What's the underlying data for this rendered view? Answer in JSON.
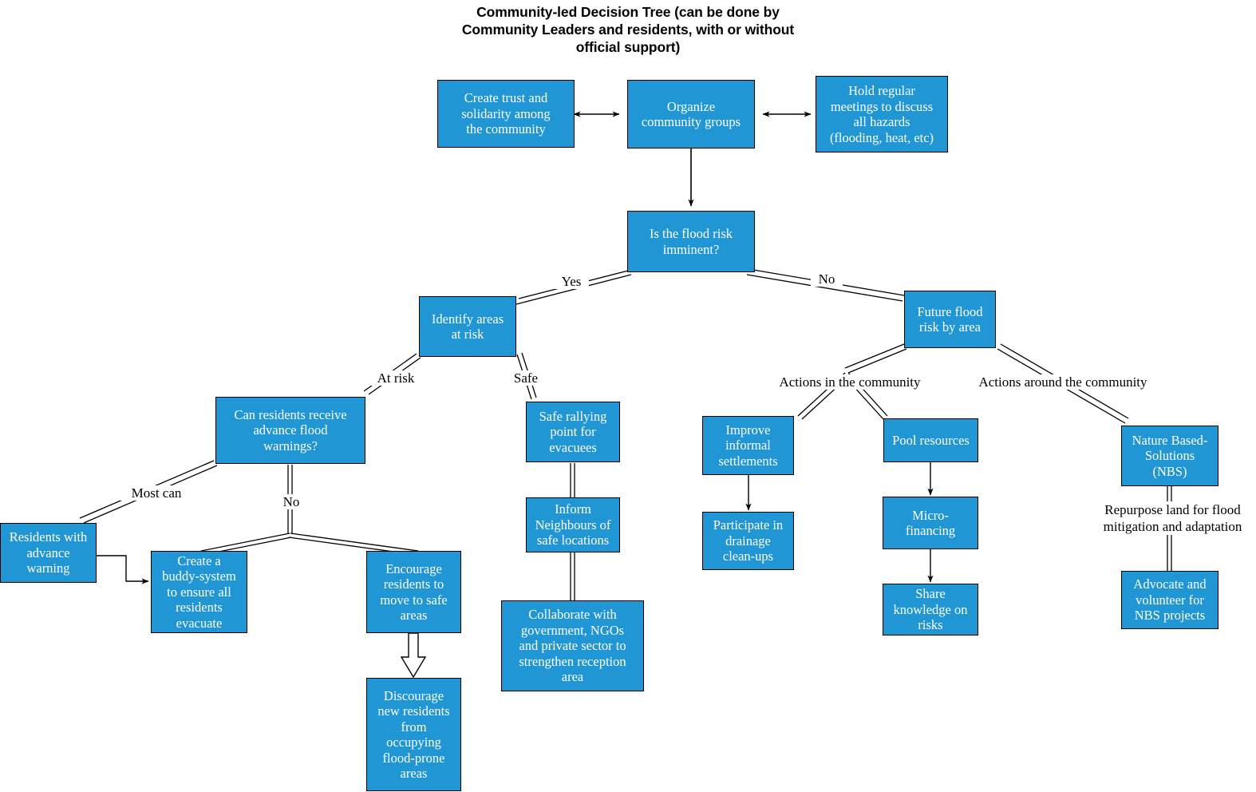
{
  "title": "Community-led Decision Tree (can be done by\nCommunity Leaders and residents, with or without\nofficial support)",
  "colors": {
    "node_fill": "#2196d4",
    "node_border": "#000000",
    "node_text": "#ffffff",
    "edge": "#000000",
    "background": "#ffffff"
  },
  "nodes": {
    "create_trust": "Create trust and\nsolidarity among\nthe community",
    "organize_groups": "Organize\ncommunity groups",
    "hold_meetings": "Hold regular\nmeetings to discuss\nall hazards\n(flooding, heat, etc)",
    "flood_risk_imminent": "Is the flood risk\nimminent?",
    "identify_areas": "Identify areas\nat risk",
    "future_flood_risk": "Future flood\nrisk by area",
    "advance_warnings": "Can residents receive\nadvance flood\nwarnings?",
    "safe_rallying": "Safe rallying\npoint for\nevacuees",
    "residents_advance_warning": "Residents with\nadvance\nwarning",
    "buddy_system": "Create a\nbuddy-system\nto ensure all\nresidents\nevacuate",
    "encourage_move": "Encourage\nresidents to\nmove to safe\nareas",
    "discourage_new": "Discourage\nnew residents\nfrom\noccupying\nflood-prone\nareas",
    "inform_neighbours": "Inform\nNeighbours of\nsafe locations",
    "collaborate": "Collaborate with\ngovernment, NGOs\nand private sector to\nstrengthen reception\narea",
    "improve_settlements": "Improve\ninformal\nsettlements",
    "participate_drainage": "Participate in\ndrainage\nclean-ups",
    "pool_resources": "Pool resources",
    "micro_financing": "Micro-\nfinancing",
    "share_knowledge": "Share\nknowledge on\nrisks",
    "nature_based": "Nature Based-\nSolutions\n(NBS)",
    "advocate_nbs": "Advocate and\nvolunteer for\nNBS projects"
  },
  "edge_labels": {
    "yes": "Yes",
    "no": "No",
    "at_risk": "At risk",
    "safe": "Safe",
    "most_can": "Most can",
    "no_warnings": "No",
    "actions_in": "Actions in the community",
    "actions_around": "Actions around the community",
    "repurpose": "Repurpose land for flood\nmitigation and adaptation"
  }
}
